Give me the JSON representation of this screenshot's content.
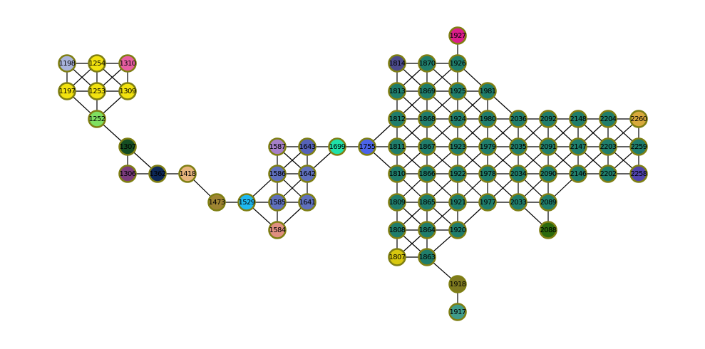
{
  "graph": {
    "node_border_color": "#7f7f13",
    "edge_color": "#000000",
    "nodes": [
      {
        "id": "1198",
        "color": "#a9b3dc"
      },
      {
        "id": "1254",
        "color": "#f2e20f"
      },
      {
        "id": "1310",
        "color": "#e75ea2"
      },
      {
        "id": "1197",
        "color": "#f2e20f"
      },
      {
        "id": "1253",
        "color": "#f2e20f"
      },
      {
        "id": "1309",
        "color": "#f2e20f"
      },
      {
        "id": "1252",
        "color": "#7fe061"
      },
      {
        "id": "1307",
        "color": "#144d22"
      },
      {
        "id": "1306",
        "color": "#7b3c7d"
      },
      {
        "id": "1362",
        "color": "#0d2858"
      },
      {
        "id": "1418",
        "color": "#e7b57d"
      },
      {
        "id": "1473",
        "color": "#9e8432"
      },
      {
        "id": "1529",
        "color": "#1fb9f0"
      },
      {
        "id": "1587",
        "color": "#a57fc9"
      },
      {
        "id": "1643",
        "color": "#5561b9"
      },
      {
        "id": "1586",
        "color": "#5f70bd"
      },
      {
        "id": "1642",
        "color": "#5f70bd"
      },
      {
        "id": "1585",
        "color": "#5f70bd"
      },
      {
        "id": "1641",
        "color": "#5f70bd"
      },
      {
        "id": "1584",
        "color": "#e08f80"
      },
      {
        "id": "1699",
        "color": "#1fe0a9"
      },
      {
        "id": "1755",
        "color": "#4b63e8"
      },
      {
        "id": "1927",
        "color": "#dc1d8b"
      },
      {
        "id": "1814",
        "color": "#4b4a8c"
      },
      {
        "id": "1870",
        "color": "#1f7d6b"
      },
      {
        "id": "1926",
        "color": "#1f7d6b"
      },
      {
        "id": "1813",
        "color": "#1f7d6b"
      },
      {
        "id": "1869",
        "color": "#1f7d6b"
      },
      {
        "id": "1925",
        "color": "#1f7d6b"
      },
      {
        "id": "1981",
        "color": "#1f7d6b"
      },
      {
        "id": "1812",
        "color": "#1f7d6b"
      },
      {
        "id": "1868",
        "color": "#1f7d6b"
      },
      {
        "id": "1924",
        "color": "#1f7d6b"
      },
      {
        "id": "1980",
        "color": "#1f7d6b"
      },
      {
        "id": "2036",
        "color": "#1f7d6b"
      },
      {
        "id": "2092",
        "color": "#1f7d6b"
      },
      {
        "id": "2148",
        "color": "#1f7d6b"
      },
      {
        "id": "2204",
        "color": "#1f7d6b"
      },
      {
        "id": "2260",
        "color": "#d8a93c"
      },
      {
        "id": "1811",
        "color": "#1f7d6b"
      },
      {
        "id": "1867",
        "color": "#1f7d6b"
      },
      {
        "id": "1923",
        "color": "#1f7d6b"
      },
      {
        "id": "1979",
        "color": "#1f7d6b"
      },
      {
        "id": "2035",
        "color": "#1f7d6b"
      },
      {
        "id": "2091",
        "color": "#1f7d6b"
      },
      {
        "id": "2147",
        "color": "#1f7d6b"
      },
      {
        "id": "2203",
        "color": "#1f7d6b"
      },
      {
        "id": "2259",
        "color": "#1f7d6b"
      },
      {
        "id": "1810",
        "color": "#1f7d6b"
      },
      {
        "id": "1866",
        "color": "#1f7d6b"
      },
      {
        "id": "1922",
        "color": "#1f7d6b"
      },
      {
        "id": "1978",
        "color": "#1f7d6b"
      },
      {
        "id": "2034",
        "color": "#1f7d6b"
      },
      {
        "id": "2090",
        "color": "#1f7d6b"
      },
      {
        "id": "2146",
        "color": "#1f7d6b"
      },
      {
        "id": "2202",
        "color": "#1f7d6b"
      },
      {
        "id": "2258",
        "color": "#5144ae"
      },
      {
        "id": "1809",
        "color": "#1f7d6b"
      },
      {
        "id": "1865",
        "color": "#1f7d6b"
      },
      {
        "id": "1921",
        "color": "#1f7d6b"
      },
      {
        "id": "1977",
        "color": "#1f7d6b"
      },
      {
        "id": "2033",
        "color": "#1f7d6b"
      },
      {
        "id": "2089",
        "color": "#1f7d6b"
      },
      {
        "id": "1808",
        "color": "#1f7d6b"
      },
      {
        "id": "1864",
        "color": "#1f7d6b"
      },
      {
        "id": "1920",
        "color": "#1f7d6b"
      },
      {
        "id": "2088",
        "color": "#2c6a0c"
      },
      {
        "id": "1807",
        "color": "#d8c80f"
      },
      {
        "id": "1863",
        "color": "#1f7d6b"
      },
      {
        "id": "1918",
        "color": "#7f7a20"
      },
      {
        "id": "1917",
        "color": "#3f9b8b"
      }
    ],
    "edges": [
      [
        "1198",
        "1254"
      ],
      [
        "1254",
        "1310"
      ],
      [
        "1197",
        "1253"
      ],
      [
        "1253",
        "1309"
      ],
      [
        "1198",
        "1197"
      ],
      [
        "1254",
        "1253"
      ],
      [
        "1310",
        "1309"
      ],
      [
        "1198",
        "1253"
      ],
      [
        "1254",
        "1197"
      ],
      [
        "1254",
        "1309"
      ],
      [
        "1310",
        "1253"
      ],
      [
        "1197",
        "1252"
      ],
      [
        "1253",
        "1252"
      ],
      [
        "1309",
        "1252"
      ],
      [
        "1252",
        "1307"
      ],
      [
        "1307",
        "1306"
      ],
      [
        "1307",
        "1362"
      ],
      [
        "1306",
        "1362"
      ],
      [
        "1362",
        "1418"
      ],
      [
        "1418",
        "1473"
      ],
      [
        "1473",
        "1529"
      ],
      [
        "1529",
        "1586"
      ],
      [
        "1529",
        "1585"
      ],
      [
        "1529",
        "1584"
      ],
      [
        "1587",
        "1643"
      ],
      [
        "1587",
        "1586"
      ],
      [
        "1587",
        "1642"
      ],
      [
        "1643",
        "1586"
      ],
      [
        "1643",
        "1642"
      ],
      [
        "1586",
        "1642"
      ],
      [
        "1586",
        "1585"
      ],
      [
        "1586",
        "1641"
      ],
      [
        "1642",
        "1585"
      ],
      [
        "1642",
        "1641"
      ],
      [
        "1585",
        "1641"
      ],
      [
        "1585",
        "1584"
      ],
      [
        "1641",
        "1584"
      ],
      [
        "1642",
        "1699"
      ],
      [
        "1643",
        "1699"
      ],
      [
        "1699",
        "1755"
      ],
      [
        "1755",
        "1812"
      ],
      [
        "1755",
        "1811"
      ],
      [
        "1755",
        "1810"
      ],
      [
        "1927",
        "1926"
      ],
      [
        "1814",
        "1870"
      ],
      [
        "1870",
        "1926"
      ],
      [
        "1813",
        "1869"
      ],
      [
        "1869",
        "1925"
      ],
      [
        "1925",
        "1981"
      ],
      [
        "1812",
        "1868"
      ],
      [
        "1868",
        "1924"
      ],
      [
        "1924",
        "1980"
      ],
      [
        "1980",
        "2036"
      ],
      [
        "2036",
        "2092"
      ],
      [
        "2092",
        "2148"
      ],
      [
        "2148",
        "2204"
      ],
      [
        "2204",
        "2260"
      ],
      [
        "1811",
        "1867"
      ],
      [
        "1867",
        "1923"
      ],
      [
        "1923",
        "1979"
      ],
      [
        "1979",
        "2035"
      ],
      [
        "2035",
        "2091"
      ],
      [
        "2091",
        "2147"
      ],
      [
        "2147",
        "2203"
      ],
      [
        "2203",
        "2259"
      ],
      [
        "1810",
        "1866"
      ],
      [
        "1866",
        "1922"
      ],
      [
        "1922",
        "1978"
      ],
      [
        "1978",
        "2034"
      ],
      [
        "2034",
        "2090"
      ],
      [
        "2090",
        "2146"
      ],
      [
        "2146",
        "2202"
      ],
      [
        "2202",
        "2258"
      ],
      [
        "1809",
        "1865"
      ],
      [
        "1865",
        "1921"
      ],
      [
        "1921",
        "1977"
      ],
      [
        "1977",
        "2033"
      ],
      [
        "2033",
        "2089"
      ],
      [
        "1808",
        "1864"
      ],
      [
        "1864",
        "1920"
      ],
      [
        "1807",
        "1863"
      ],
      [
        "1814",
        "1813"
      ],
      [
        "1813",
        "1812"
      ],
      [
        "1812",
        "1811"
      ],
      [
        "1811",
        "1810"
      ],
      [
        "1810",
        "1809"
      ],
      [
        "1809",
        "1808"
      ],
      [
        "1808",
        "1807"
      ],
      [
        "1870",
        "1869"
      ],
      [
        "1869",
        "1868"
      ],
      [
        "1868",
        "1867"
      ],
      [
        "1867",
        "1866"
      ],
      [
        "1866",
        "1865"
      ],
      [
        "1865",
        "1864"
      ],
      [
        "1864",
        "1863"
      ],
      [
        "1926",
        "1925"
      ],
      [
        "1925",
        "1924"
      ],
      [
        "1924",
        "1923"
      ],
      [
        "1923",
        "1922"
      ],
      [
        "1922",
        "1921"
      ],
      [
        "1921",
        "1920"
      ],
      [
        "1981",
        "1980"
      ],
      [
        "1980",
        "1979"
      ],
      [
        "1979",
        "1978"
      ],
      [
        "1978",
        "1977"
      ],
      [
        "2036",
        "2035"
      ],
      [
        "2035",
        "2034"
      ],
      [
        "2034",
        "2033"
      ],
      [
        "2092",
        "2091"
      ],
      [
        "2091",
        "2090"
      ],
      [
        "2090",
        "2089"
      ],
      [
        "2089",
        "2088"
      ],
      [
        "2148",
        "2147"
      ],
      [
        "2147",
        "2146"
      ],
      [
        "2204",
        "2203"
      ],
      [
        "2203",
        "2202"
      ],
      [
        "2260",
        "2259"
      ],
      [
        "2259",
        "2258"
      ],
      [
        "1814",
        "1869"
      ],
      [
        "1870",
        "1813"
      ],
      [
        "1870",
        "1925"
      ],
      [
        "1926",
        "1869"
      ],
      [
        "1926",
        "1981"
      ],
      [
        "1813",
        "1868"
      ],
      [
        "1869",
        "1812"
      ],
      [
        "1869",
        "1924"
      ],
      [
        "1925",
        "1868"
      ],
      [
        "1925",
        "1980"
      ],
      [
        "1981",
        "1924"
      ],
      [
        "1981",
        "2036"
      ],
      [
        "1812",
        "1867"
      ],
      [
        "1868",
        "1811"
      ],
      [
        "1868",
        "1923"
      ],
      [
        "1924",
        "1867"
      ],
      [
        "1924",
        "1979"
      ],
      [
        "1980",
        "1923"
      ],
      [
        "1980",
        "2035"
      ],
      [
        "2036",
        "1979"
      ],
      [
        "2036",
        "2091"
      ],
      [
        "2092",
        "2035"
      ],
      [
        "2092",
        "2147"
      ],
      [
        "2148",
        "2091"
      ],
      [
        "2148",
        "2203"
      ],
      [
        "2204",
        "2147"
      ],
      [
        "2204",
        "2259"
      ],
      [
        "2260",
        "2203"
      ],
      [
        "1811",
        "1866"
      ],
      [
        "1867",
        "1810"
      ],
      [
        "1867",
        "1922"
      ],
      [
        "1923",
        "1866"
      ],
      [
        "1923",
        "1978"
      ],
      [
        "1979",
        "1922"
      ],
      [
        "1979",
        "2034"
      ],
      [
        "2035",
        "1978"
      ],
      [
        "2035",
        "2090"
      ],
      [
        "2091",
        "2034"
      ],
      [
        "2091",
        "2146"
      ],
      [
        "2147",
        "2090"
      ],
      [
        "2147",
        "2202"
      ],
      [
        "2203",
        "2146"
      ],
      [
        "2203",
        "2258"
      ],
      [
        "2259",
        "2202"
      ],
      [
        "1810",
        "1865"
      ],
      [
        "1866",
        "1809"
      ],
      [
        "1866",
        "1921"
      ],
      [
        "1922",
        "1865"
      ],
      [
        "1922",
        "1977"
      ],
      [
        "1978",
        "1921"
      ],
      [
        "1978",
        "2033"
      ],
      [
        "2034",
        "1977"
      ],
      [
        "2034",
        "2089"
      ],
      [
        "2090",
        "2033"
      ],
      [
        "2146",
        "2089"
      ],
      [
        "1809",
        "1864"
      ],
      [
        "1865",
        "1808"
      ],
      [
        "1865",
        "1920"
      ],
      [
        "1921",
        "1864"
      ],
      [
        "1977",
        "1920"
      ],
      [
        "2033",
        "2088"
      ],
      [
        "1808",
        "1863"
      ],
      [
        "1864",
        "1807"
      ],
      [
        "1920",
        "1863"
      ],
      [
        "1863",
        "1918"
      ],
      [
        "1918",
        "1917"
      ]
    ]
  }
}
